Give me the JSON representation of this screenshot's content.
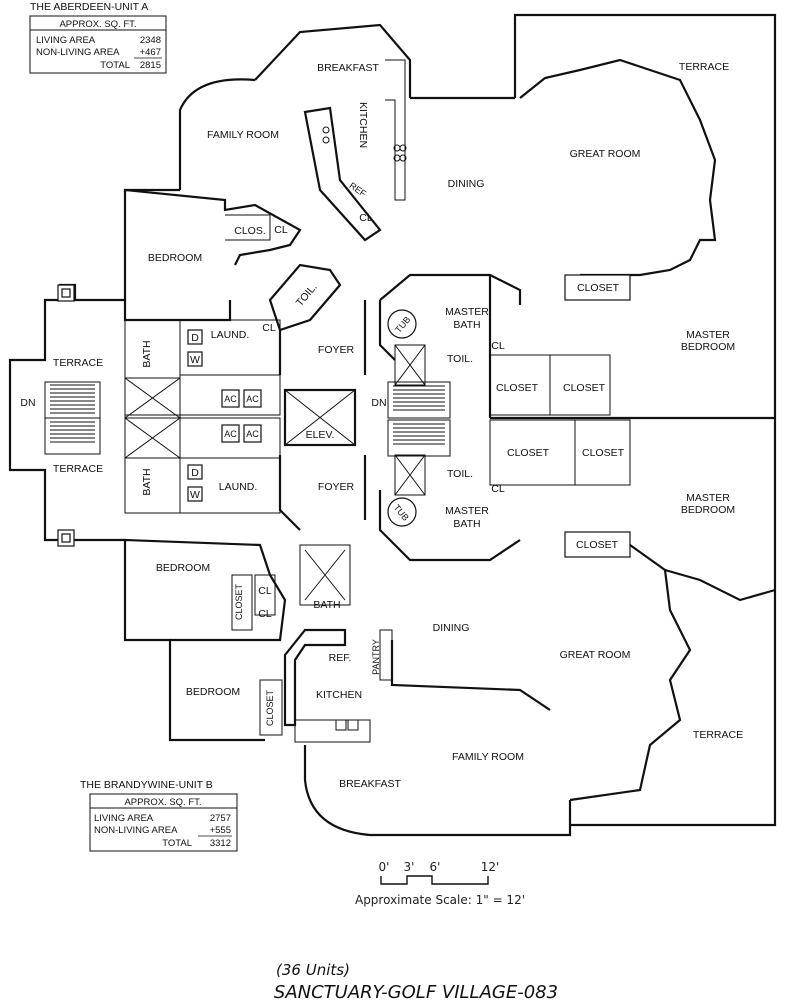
{
  "unit_a": {
    "title": "THE ABERDEEN-UNIT A",
    "header": "APPROX. SQ. FT.",
    "rows": [
      {
        "label": "LIVING AREA",
        "value": "2348"
      },
      {
        "label": "NON-LIVING AREA",
        "value": "+467"
      },
      {
        "label": "TOTAL",
        "value": "2815"
      }
    ]
  },
  "unit_b": {
    "title": "THE BRANDYWINE-UNIT B",
    "header": "APPROX. SQ. FT.",
    "rows": [
      {
        "label": "LIVING AREA",
        "value": "2757"
      },
      {
        "label": "NON-LIVING AREA",
        "value": "+555"
      },
      {
        "label": "TOTAL",
        "value": "3312"
      }
    ]
  },
  "rooms": {
    "breakfast_a": "BREAKFAST",
    "kitchen_a": "KITCHEN",
    "terrace_a": "TERRACE",
    "family_room_a": "FAMILY ROOM",
    "great_room_a": "GREAT ROOM",
    "dining_a": "DINING",
    "ref_a": "REF",
    "clos": "CLOS.",
    "cl": "CL",
    "bedroom_a": "BEDROOM",
    "toil": "TOIL.",
    "closet": "CLOSET",
    "master_bath": "MASTER",
    "master_bath_2": "BATH",
    "tub": "TUB",
    "master_bedroom": "MASTER",
    "master_bedroom_2": "BEDROOM",
    "laund": "LAUND.",
    "foyer": "FOYER",
    "bath": "BATH",
    "terrace_left": "TERRACE",
    "dn": "DN",
    "d": "D",
    "w": "W",
    "ac": "AC",
    "elev": "ELEV.",
    "bedroom_b": "BEDROOM",
    "dining_b": "DINING",
    "great_room_b": "GREAT ROOM",
    "terrace_b": "TERRACE",
    "pantry": "PANTRY",
    "ref_b": "REF.",
    "kitchen_b": "KITCHEN",
    "family_room_b": "FAMILY ROOM",
    "breakfast_b": "BREAKFAST"
  },
  "scale": {
    "ticks": [
      "0'",
      "3'",
      "6'",
      "12'"
    ],
    "caption": "Approximate Scale: 1\" = 12'"
  },
  "footer": {
    "units": "(36 Units)",
    "title": "SANCTUARY-GOLF VILLAGE-083"
  }
}
